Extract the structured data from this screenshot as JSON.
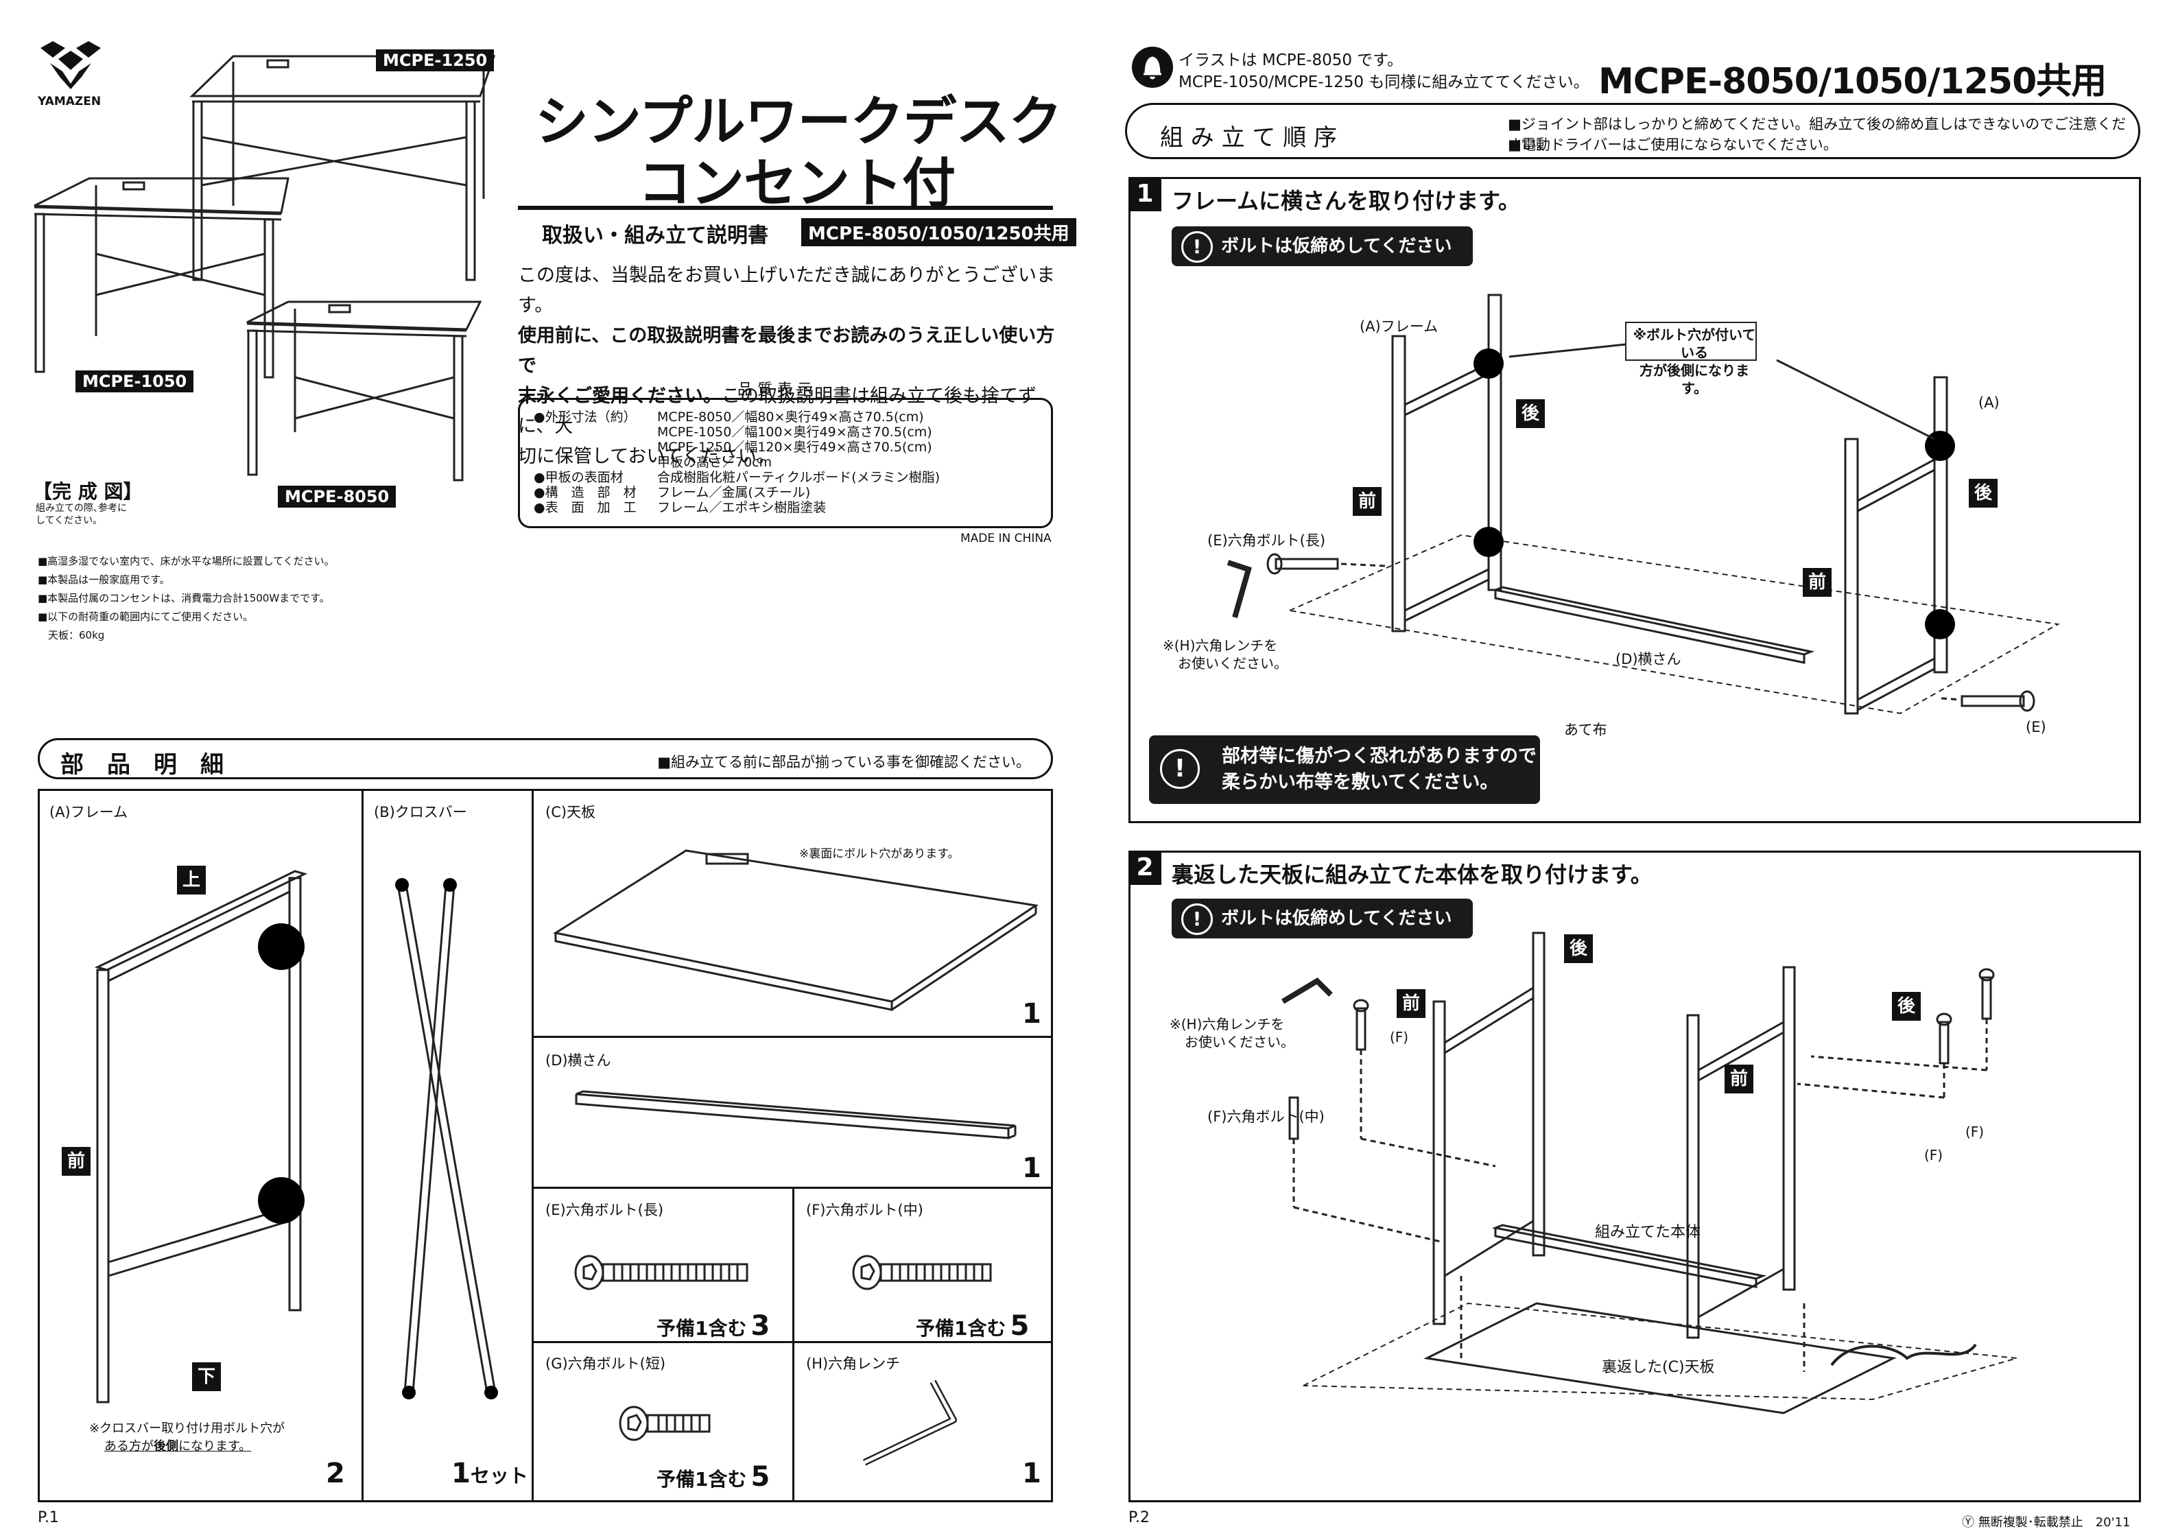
{
  "brand": {
    "name": "YAMAZEN"
  },
  "models": {
    "m1250": "MCPE-1250",
    "m1050": "MCPE-1050",
    "m8050": "MCPE-8050"
  },
  "completed": {
    "title": "【完 成 図】",
    "note": "組み立ての際､参考に\nしてください｡"
  },
  "title": {
    "line1": "シンプルワークデスク",
    "line2": "コンセント付",
    "subtitle": "取扱い・組み立て説明書",
    "badge": "MCPE-8050/1050/1250共用"
  },
  "intro": {
    "line1": "この度は、当製品をお買い上げいただき誠にありがとうございます。",
    "line2": "使用前に、この取扱説明書を最後までお読みのうえ正しい使い方で",
    "line3a": "末永くご愛用ください。",
    "line3b": "この取扱説明書は組み立て後も捨てずに、大",
    "line4": "切に保管しておいてください。"
  },
  "quality": {
    "heading": "品 質 表 示",
    "rows": [
      {
        "label": "●外形寸法（約）",
        "value": "MCPE-8050／幅80×奥行49×高さ70.5(cm)"
      },
      {
        "label": "",
        "value": "MCPE-1050／幅100×奥行49×高さ70.5(cm)"
      },
      {
        "label": "",
        "value": "MCPE-1250／幅120×奥行49×高さ70.5(cm)"
      },
      {
        "label": "",
        "value": "甲板の高さ／70cm"
      },
      {
        "label": "●甲板の表面材",
        "value": "合成樹脂化粧パーティクルボード(メラミン樹脂)"
      },
      {
        "label": "●構　造　部　材",
        "value": "フレーム／金属(スチール)"
      },
      {
        "label": "●表　面　加　工",
        "value": "フレーム／エポキシ樹脂塗装"
      }
    ],
    "made_in": "MADE IN CHINA"
  },
  "warnings": [
    "■高湿多湿でない室内で、床が水平な場所に設置してください。",
    "■本製品は一般家庭用です。",
    "■本製品付属のコンセントは、消費電力合計1500Wまでです。",
    "■以下の耐荷重の範囲内にてご使用ください。",
    "　天板：60kg"
  ],
  "parts_header": {
    "title": "部　品　明　細",
    "note": "■組み立てる前に部品が揃っている事を御確認ください。"
  },
  "parts": {
    "a": {
      "label": "(A)フレーム",
      "top": "上",
      "front": "前",
      "bottom": "下",
      "note1": "※クロスバー取り付け用ボルト穴が",
      "note2a": "ある方が",
      "note2b": "後側",
      "note2c": "になります。",
      "count": "2"
    },
    "b": {
      "label": "(B)クロスバー",
      "count": "1",
      "unit": "セット"
    },
    "c": {
      "label": "(C)天板",
      "note": "※裏面にボルト穴があります。",
      "count": "1"
    },
    "d": {
      "label": "(D)横さん",
      "count": "1"
    },
    "e": {
      "label": "(E)六角ボルト(長)",
      "spare": "予備1含む",
      "count": "3"
    },
    "f": {
      "label": "(F)六角ボルト(中)",
      "spare": "予備1含む",
      "count": "5"
    },
    "g": {
      "label": "(G)六角ボルト(短)",
      "spare": "予備1含む",
      "count": "5"
    },
    "h": {
      "label": "(H)六角レンチ",
      "count": "1"
    }
  },
  "page_left": "P.1",
  "page_right": "P.2",
  "right_header": {
    "bell_note1": "イラストは MCPE-8050 です。",
    "bell_note2": "MCPE-1050/MCPE-1250 も同様に組み立ててください。",
    "model_title": "MCPE-8050/1050/1250共用"
  },
  "order_header": {
    "title": "組 み 立 て 順 序",
    "note1": "■ジョイント部はしっかりと締めてください。組み立て後の締め直しはできないのでご注意ください。",
    "note2": "■電動ドライバーはご使用にならないでください。"
  },
  "step1": {
    "num": "1",
    "title": "フレームに横さんを取り付けます。",
    "notice": "ボルトは仮締めしてください",
    "frame_label": "(A)フレーム",
    "hole_note1": "※ボルト穴が付いている",
    "hole_note2": "方が後側になります。",
    "a_label": "(A)",
    "back": "後",
    "front": "前",
    "bolt_label": "(E)六角ボルト(長)",
    "wrench_note1": "※(H)六角レンチを",
    "wrench_note2": "お使いください。",
    "crossbar_label": "(D)横さん",
    "cloth_label": "あて布",
    "e_label": "(E)",
    "caution1": "部材等に傷がつく恐れがありますので",
    "caution2": "柔らかい布等を敷いてください。"
  },
  "step2": {
    "num": "2",
    "title": "裏返した天板に組み立てた本体を取り付けます。",
    "notice": "ボルトは仮締めしてください",
    "back": "後",
    "front": "前",
    "wrench_note1": "※(H)六角レンチを",
    "wrench_note2": "お使いください。",
    "f": "(F)",
    "bolt_label": "(F)六角ボルト(中)",
    "body_label": "組み立てた本体",
    "board_label": "裏返した(C)天板"
  },
  "footer_right": "Ⓨ 無断複製･転載禁止　20'11"
}
